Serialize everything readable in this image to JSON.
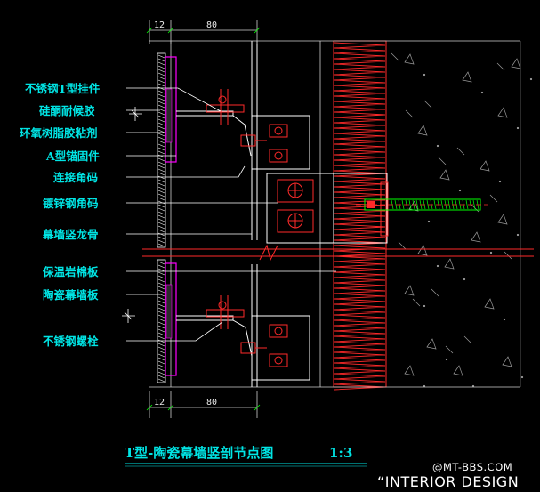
{
  "labels": [
    "不锈钢T型挂件",
    "硅酮耐候胶",
    "环氧树脂胶粘剂",
    "A型锚固件",
    "连接角码",
    "镀锌钢角码",
    "幕墙竖龙骨",
    "保温岩棉板",
    "陶瓷幕墙板",
    "不锈钢螺栓"
  ],
  "dimensions": {
    "top_left": "12",
    "top_right": "80",
    "bottom_left": "12",
    "bottom_right": "80"
  },
  "title": "T型-陶瓷幕墙竖剖节点图",
  "scale": "1:3",
  "watermark": {
    "site": "@MT-BBS.COM",
    "brand": "“INTERIOR DESIGN"
  },
  "colors": {
    "background": "#000000",
    "label": "#00e5e5",
    "insulation": "#ff2a2a",
    "panel": "#ff00ff",
    "steel": "#ffffff",
    "anchor": "#00ff00",
    "wall": "#cfcfcf"
  }
}
